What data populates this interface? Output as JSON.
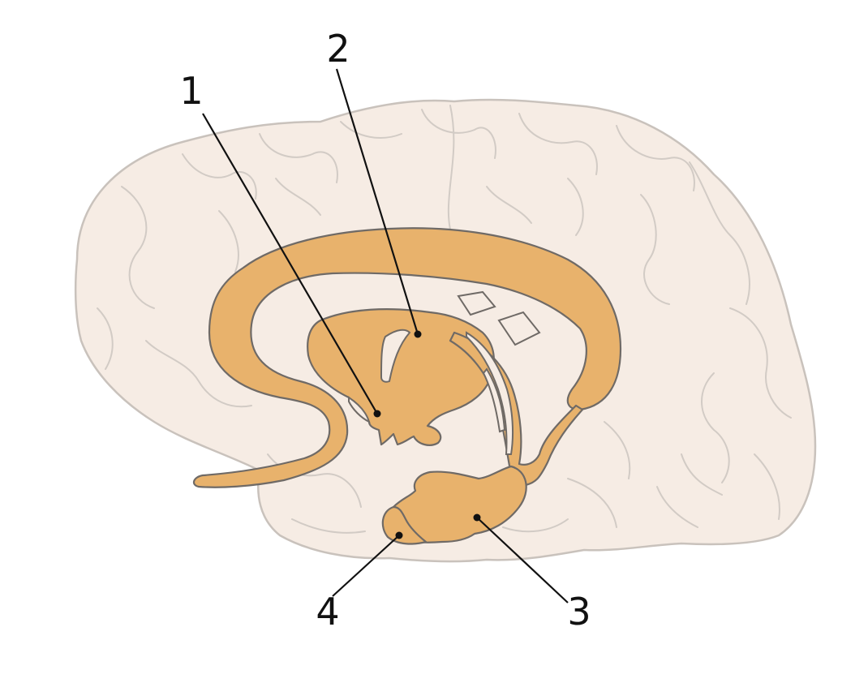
{
  "diagram": {
    "labels": [
      {
        "id": "1",
        "text": "1"
      },
      {
        "id": "2",
        "text": "2"
      },
      {
        "id": "3",
        "text": "3"
      },
      {
        "id": "4",
        "text": "4"
      }
    ],
    "colors": {
      "brain_fill": "#f6ece4",
      "brain_outline": "#c9c2bc",
      "ventricle_fill": "#e8b26c",
      "ventricle_outline": "#6f6a66",
      "leader_lines": "#111111"
    }
  }
}
